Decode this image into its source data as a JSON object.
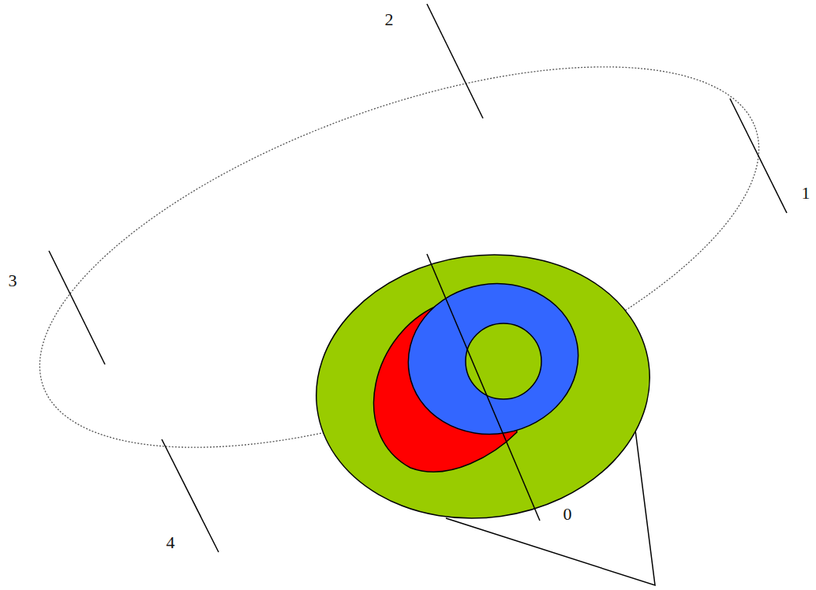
{
  "diagram": {
    "labels": [
      "2",
      "1",
      "3",
      "4",
      "0"
    ]
  }
}
